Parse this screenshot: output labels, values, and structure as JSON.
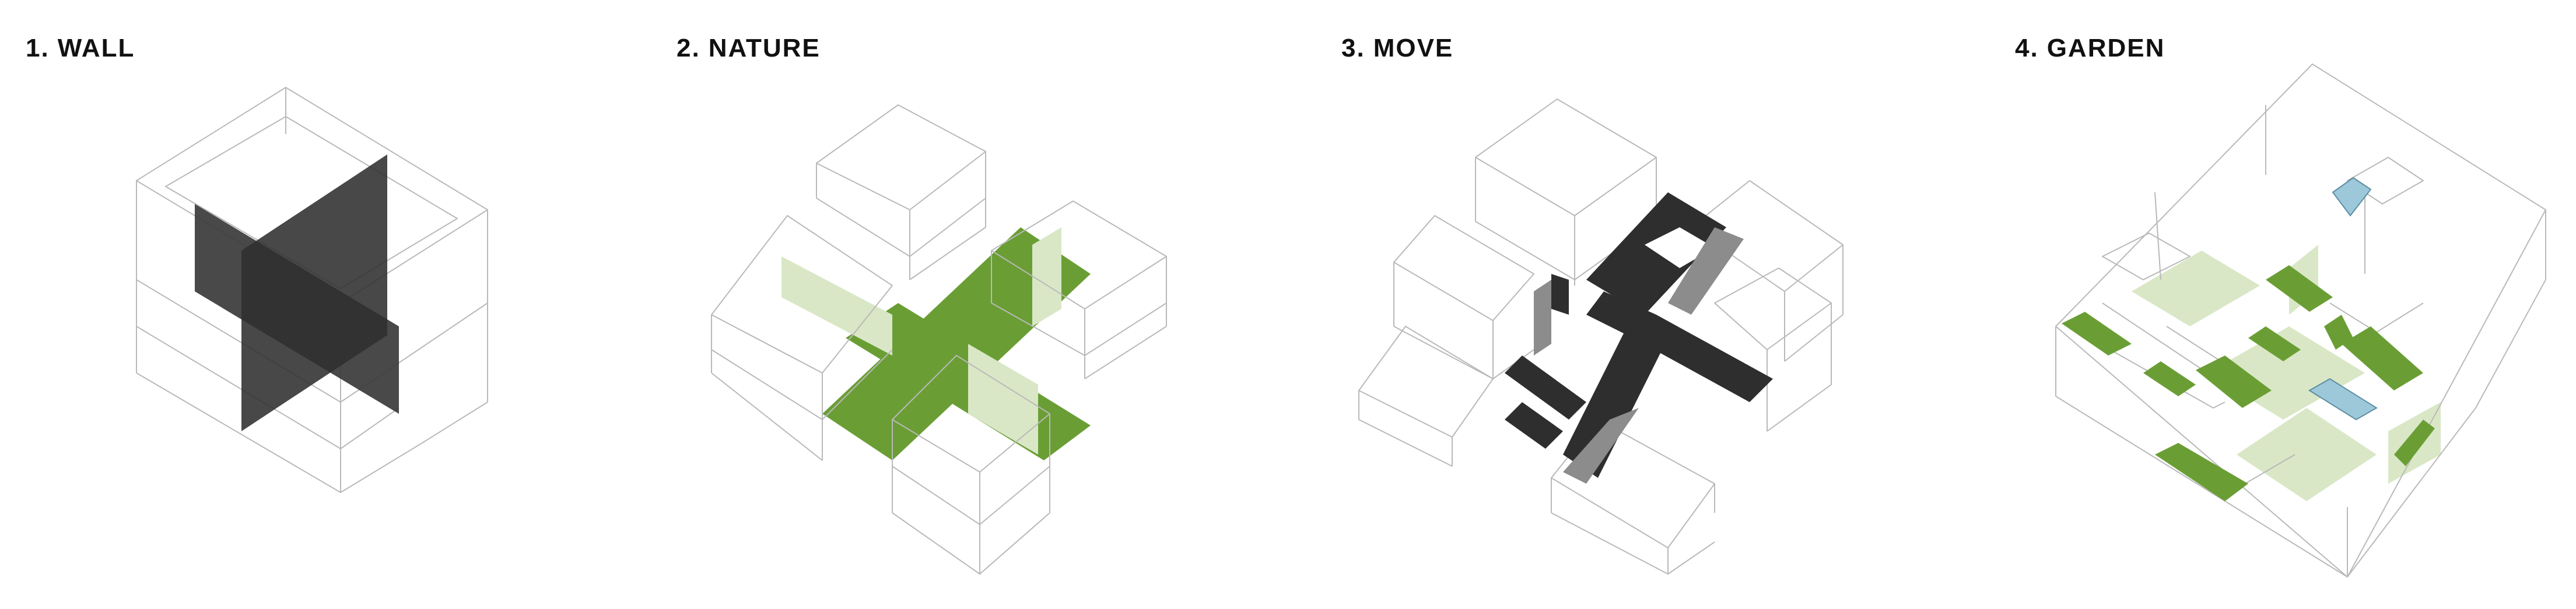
{
  "panels": [
    {
      "number": "1.",
      "title": "WALL"
    },
    {
      "number": "2.",
      "title": "NATURE"
    },
    {
      "number": "3.",
      "title": "MOVE"
    },
    {
      "number": "4.",
      "title": "GARDEN"
    }
  ],
  "colors": {
    "wall": "#3a3a3a",
    "nature": "#6a9e35",
    "nature_light": "#d9e7c6",
    "circulation": "#2e2e2e",
    "stair": "#8c8c8c",
    "water": "#9cc8da",
    "wireframe": "#b9b9b9"
  }
}
